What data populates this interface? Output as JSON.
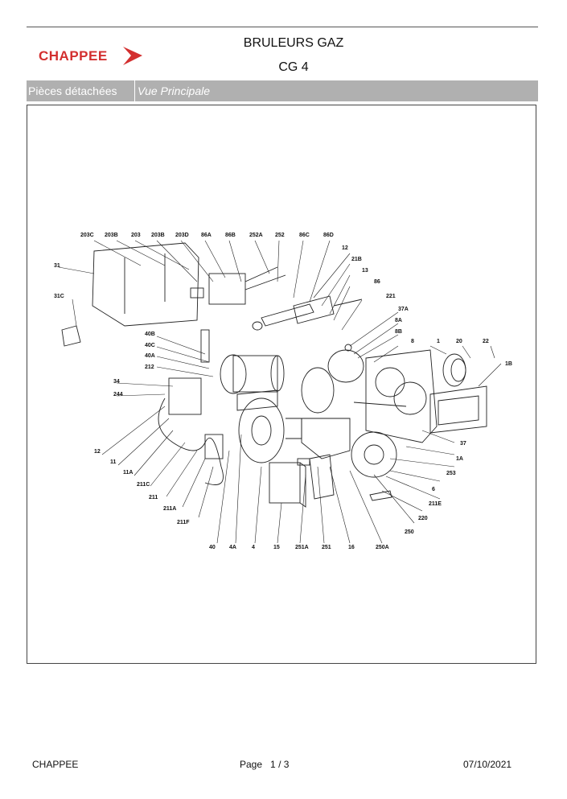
{
  "header": {
    "brand": "CHAPPEE",
    "title_line1": "BRULEURS GAZ",
    "title_line2": "CG 4"
  },
  "bar": {
    "section": "Pièces détachées",
    "view": "Vue Principale"
  },
  "diagram": {
    "labels_top": [
      "203C",
      "203B",
      "203",
      "203B",
      "203D",
      "86A",
      "86B",
      "252A",
      "252",
      "86C",
      "86D"
    ],
    "labels_right": [
      "12",
      "21B",
      "13",
      "86",
      "221",
      "37A",
      "8A",
      "8B",
      "8",
      "1",
      "20",
      "22",
      "1B"
    ],
    "labels_left": [
      "31",
      "31C",
      "40B",
      "40C",
      "40A",
      "212",
      "34",
      "244"
    ],
    "labels_bottom_left": [
      "12",
      "11",
      "11A",
      "211C",
      "211",
      "211A",
      "211F"
    ],
    "labels_bottom": [
      "40",
      "4A",
      "4",
      "15",
      "251A",
      "251",
      "16",
      "250A"
    ],
    "labels_bottom_right": [
      "37",
      "1A",
      "253",
      "6",
      "211E",
      "220",
      "250"
    ]
  },
  "footer": {
    "company": "CHAPPEE",
    "page_label": "Page",
    "page_current": "1",
    "page_sep": "/",
    "page_total": "3",
    "date": "07/10/2021"
  },
  "colors": {
    "brand_red": "#d32f2f",
    "bar_gray": "#b0b0b0"
  }
}
